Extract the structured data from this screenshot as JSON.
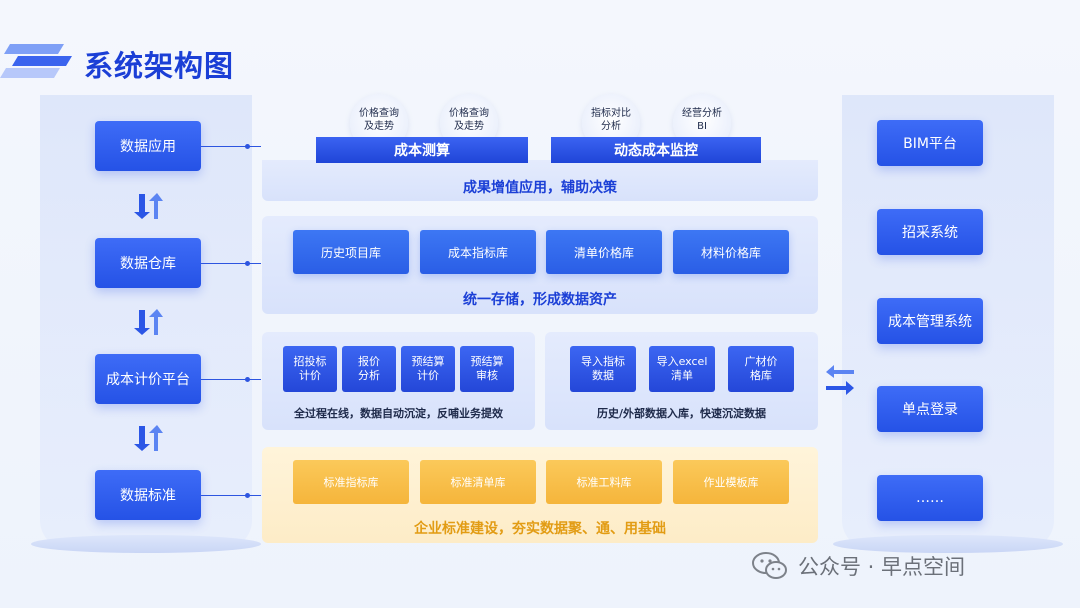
{
  "title": "系统架构图",
  "left_column": {
    "items": [
      {
        "label": "数据应用"
      },
      {
        "label": "数据仓库"
      },
      {
        "label": "成本计价平台"
      },
      {
        "label": "数据标准"
      }
    ]
  },
  "right_column": {
    "items": [
      {
        "label": "BIM平台"
      },
      {
        "label": "招采系统"
      },
      {
        "label": "成本管理系统"
      },
      {
        "label": "单点登录"
      },
      {
        "label": "……"
      }
    ]
  },
  "top_layer": {
    "bubbles": [
      {
        "text": "价格查询\n及走势"
      },
      {
        "text": "价格查询\n及走势"
      },
      {
        "text": "指标对比\n分析"
      },
      {
        "text": "经营分析\nBI"
      }
    ],
    "headers": [
      {
        "label": "成本测算"
      },
      {
        "label": "动态成本监控"
      }
    ],
    "caption": "成果增值应用，辅助决策"
  },
  "storage_layer": {
    "cards": [
      {
        "label": "历史项目库"
      },
      {
        "label": "成本指标库"
      },
      {
        "label": "清单价格库"
      },
      {
        "label": "材料价格库"
      }
    ],
    "caption": "统一存储，形成数据资产"
  },
  "process_layer": {
    "left": {
      "cards": [
        {
          "label": "招投标\n计价"
        },
        {
          "label": "报价\n分析"
        },
        {
          "label": "预结算\n计价"
        },
        {
          "label": "预结算\n审核"
        }
      ],
      "caption": "全过程在线，数据自动沉淀，反哺业务提效"
    },
    "right": {
      "cards": [
        {
          "label": "导入指标\n数据"
        },
        {
          "label": "导入excel\n清单"
        },
        {
          "label": "广材价\n格库"
        }
      ],
      "caption": "历史/外部数据入库，快速沉淀数据"
    }
  },
  "standard_layer": {
    "cards": [
      {
        "label": "标准指标库"
      },
      {
        "label": "标准清单库"
      },
      {
        "label": "标准工料库"
      },
      {
        "label": "作业模板库"
      }
    ],
    "caption": "企业标准建设，夯实数据聚、通、用基础"
  },
  "watermark": "公众号 · 早点空间",
  "colors": {
    "primary_blue": "#2552e6",
    "title_blue": "#1b3fd6",
    "yellow": "#f5b53b",
    "caption_yellow": "#e29c14"
  }
}
